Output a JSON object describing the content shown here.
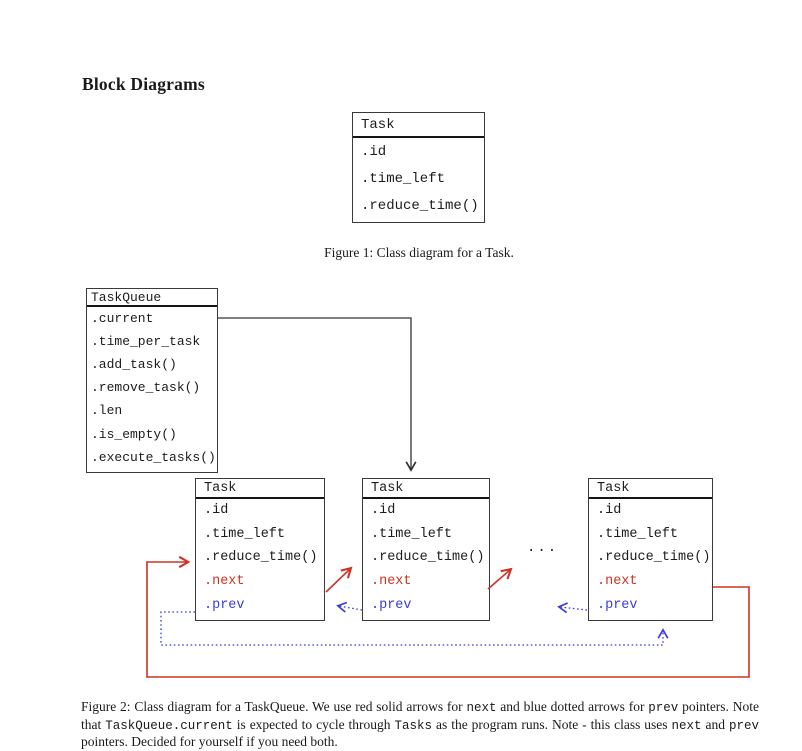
{
  "page": {
    "heading": "Block Diagrams"
  },
  "figure1": {
    "caption": "Figure 1: Class diagram for a Task.",
    "class_box": {
      "title": "Task",
      "members": [
        ".id",
        ".time_left",
        ".reduce_time()"
      ]
    }
  },
  "figure2": {
    "taskqueue": {
      "title": "TaskQueue",
      "members": [
        ".current",
        ".time_per_task",
        ".add_task()",
        ".remove_task()",
        ".len",
        ".is_empty()",
        ".execute_tasks()"
      ]
    },
    "tasks": [
      {
        "title": "Task",
        "members": [
          ".id",
          ".time_left",
          ".reduce_time()",
          ".next",
          ".prev"
        ]
      },
      {
        "title": "Task",
        "members": [
          ".id",
          ".time_left",
          ".reduce_time()",
          ".next",
          ".prev"
        ]
      },
      {
        "title": "Task",
        "members": [
          ".id",
          ".time_left",
          ".reduce_time()",
          ".next",
          ".prev"
        ]
      }
    ],
    "ellipsis": "...",
    "colors": {
      "next_arrow_red": "#cc3322",
      "prev_arrow_blue": "#3b3bdd",
      "connector_black": "#333333",
      "box_border": "#3a3a3a"
    },
    "caption_segments": [
      {
        "t": "Figure 2: Class diagram for a TaskQueue. We use red solid arrows for ",
        "mono": false
      },
      {
        "t": "next",
        "mono": true
      },
      {
        "t": " and blue dotted arrows for ",
        "mono": false
      },
      {
        "t": "prev",
        "mono": true
      },
      {
        "t": " pointers. Note that ",
        "mono": false
      },
      {
        "t": "TaskQueue.current",
        "mono": true
      },
      {
        "t": " is expected to cycle through ",
        "mono": false
      },
      {
        "t": "Tasks",
        "mono": true
      },
      {
        "t": " as the program runs. Note - this class uses ",
        "mono": false
      },
      {
        "t": "next",
        "mono": true
      },
      {
        "t": " and ",
        "mono": false
      },
      {
        "t": "prev",
        "mono": true
      },
      {
        "t": " pointers. Decided for yourself if you need both.",
        "mono": false
      }
    ]
  }
}
